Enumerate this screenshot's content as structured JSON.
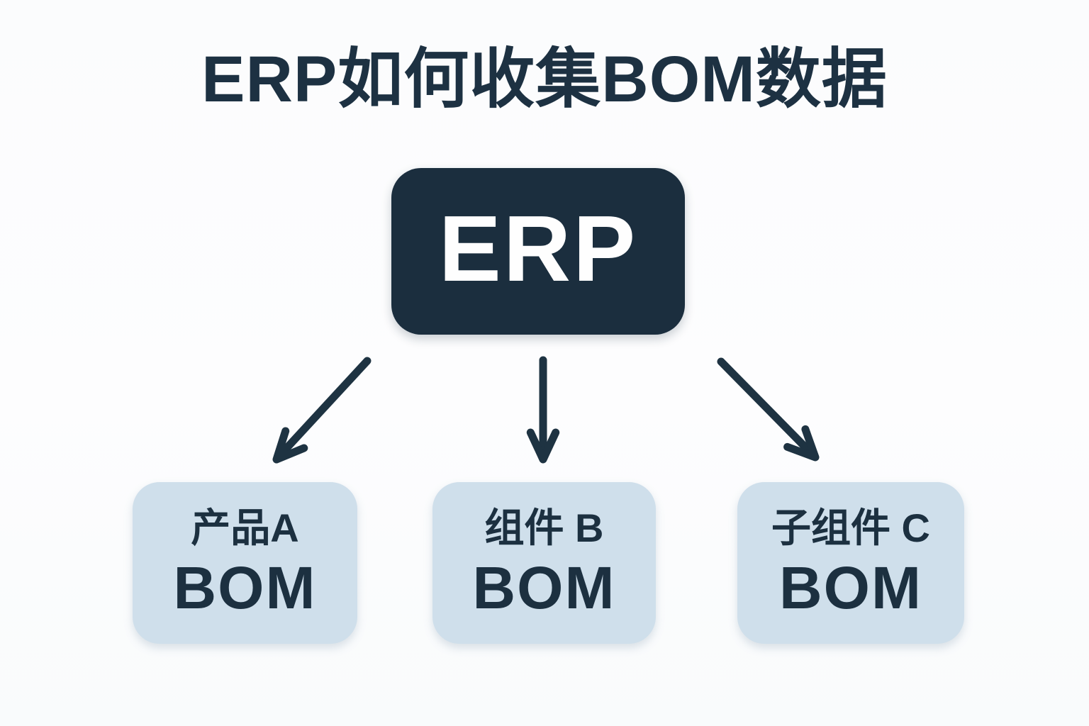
{
  "title": "ERP如何收集BOM数据",
  "diagram": {
    "root": {
      "label": "ERP"
    },
    "children": [
      {
        "name": "产品A",
        "doc": "BOM"
      },
      {
        "name": "组件 B",
        "doc": "BOM"
      },
      {
        "name": "子组件 C",
        "doc": "BOM"
      }
    ]
  },
  "colors": {
    "ink": "#1e3342",
    "root_node_fill": "#1b2e3e",
    "root_node_text": "#fefefe",
    "child_node_fill": "#cfdfeb",
    "child_node_text": "#1c3040",
    "background": "#fdfdfe"
  }
}
